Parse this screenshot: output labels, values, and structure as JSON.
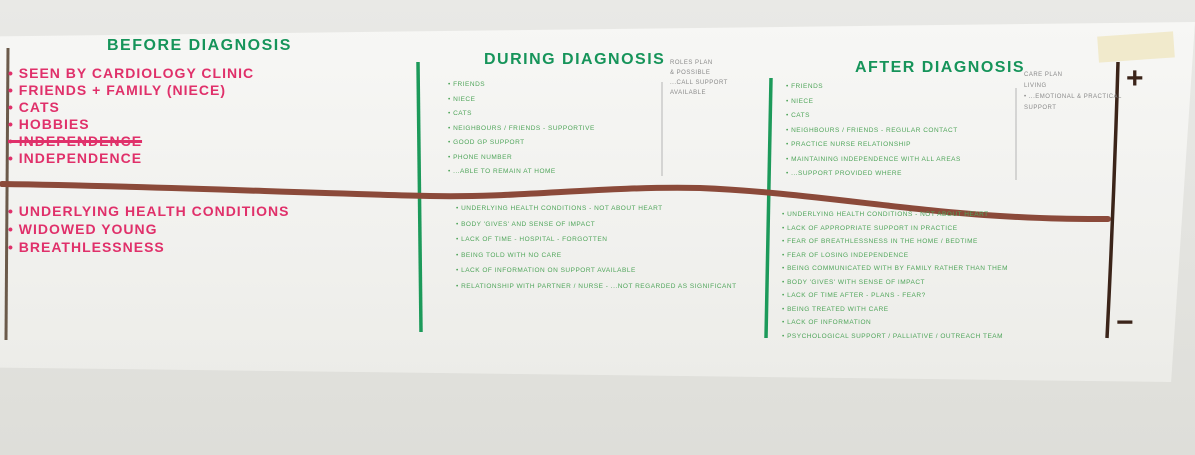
{
  "headings": {
    "before": "BEFORE DIAGNOSIS",
    "during": "DURING DIAGNOSIS",
    "after": "AFTER DIAGNOSIS"
  },
  "before_positive": [
    "• SEEN BY CARDIOLOGY CLINIC",
    "• FRIENDS + FAMILY (NIECE)",
    "• CATS",
    "• HOBBIES",
    "• INDEPENDENCE",
    "• INDEPENDENCE"
  ],
  "before_negative": [
    "• UNDERLYING HEALTH CONDITIONS",
    "• WIDOWED YOUNG",
    "• BREATHLESSNESS"
  ],
  "during_positive": [
    "• FRIENDS",
    "• NIECE",
    "• CATS",
    "• NEIGHBOURS / FRIENDS - SUPPORTIVE",
    "• GOOD GP SUPPORT",
    "• PHONE NUMBER",
    "• ...ABLE TO REMAIN AT HOME"
  ],
  "during_negative": [
    "• UNDERLYING HEALTH CONDITIONS - NOT ABOUT HEART",
    "• BODY 'GIVES' AND SENSE OF IMPACT",
    "• LACK OF TIME - HOSPITAL - FORGOTTEN",
    "• BEING TOLD WITH NO CARE",
    "• LACK OF INFORMATION ON SUPPORT AVAILABLE",
    "• RELATIONSHIP WITH PARTNER / NURSE - ...NOT REGARDED AS SIGNIFICANT"
  ],
  "during_aside": [
    "ROLES PLAN",
    "& POSSIBLE",
    "...CALL SUPPORT",
    "AVAILABLE"
  ],
  "after_positive": [
    "• FRIENDS",
    "• NIECE",
    "• CATS",
    "• NEIGHBOURS / FRIENDS - REGULAR CONTACT",
    "• PRACTICE NURSE RELATIONSHIP",
    "• MAINTAINING INDEPENDENCE WITH ALL AREAS",
    "• ...SUPPORT PROVIDED WHERE"
  ],
  "after_negative": [
    "• UNDERLYING HEALTH CONDITIONS - NOT ABOUT HEART",
    "• LACK OF APPROPRIATE SUPPORT IN PRACTICE",
    "• FEAR OF BREATHLESSNESS IN THE HOME / BEDTIME",
    "• FEAR OF LOSING INDEPENDENCE",
    "• BEING COMMUNICATED WITH BY FAMILY RATHER THAN THEM",
    "• BODY 'GIVES' WITH SENSE OF IMPACT",
    "• LACK OF TIME AFTER - PLANS - FEAR?",
    "• BEING TREATED WITH CARE",
    "• LACK OF INFORMATION",
    "• PSYCHOLOGICAL SUPPORT / PALLIATIVE / OUTREACH TEAM"
  ],
  "after_aside": [
    "CARE PLAN",
    "LIVING",
    "• ...EMOTIONAL & PRACTICAL",
    "SUPPORT"
  ],
  "scale": {
    "plus": "+",
    "minus": "−"
  },
  "colors": {
    "pink_marker": "#e0306a",
    "green_marker": "#16945a",
    "light_green_text": "#4fa55a",
    "brown_line": "#8b4a3a",
    "dark_marker": "#3b2419"
  }
}
